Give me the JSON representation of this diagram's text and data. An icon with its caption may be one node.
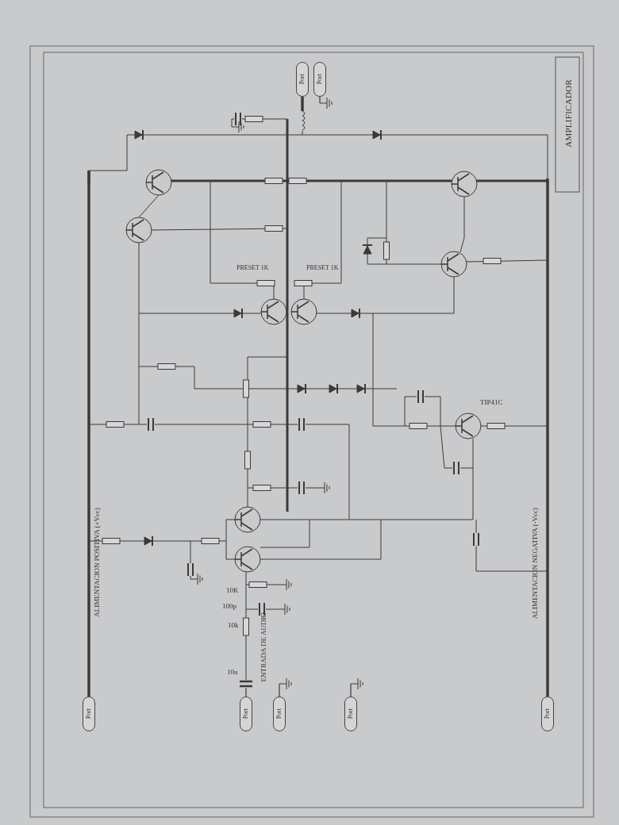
{
  "diagram": {
    "title": "AMPLIFICADOR",
    "nodes": [
      {
        "text": [
          "Port"
        ]
      },
      {
        "text": [
          "Port"
        ]
      },
      {
        "text": [
          "Port"
        ]
      },
      {
        "text": [
          "Port"
        ]
      },
      {
        "text": [
          "Port"
        ]
      },
      {
        "text": [
          "Port"
        ]
      },
      {
        "text": [
          "Port"
        ]
      }
    ],
    "edges": [
      {
        "from": 0,
        "to": null,
        "arrow": "none",
        "style": "thick"
      },
      {
        "from": 1,
        "to": null,
        "arrow": "none"
      },
      {
        "from": 2,
        "to": null,
        "arrow": "none"
      },
      {
        "from": 3,
        "to": null,
        "arrow": "none"
      },
      {
        "from": 4,
        "to": null,
        "arrow": "none",
        "style": "thick"
      },
      {
        "from": 5,
        "to": null,
        "arrow": "none",
        "style": "thick"
      },
      {
        "from": 6,
        "to": null,
        "arrow": "none"
      }
    ],
    "labels": [
      "ALIMENTACION POSITIVA (+Vcc)",
      "ALIMENTACION NEGATIVA (-Vcc)",
      "ENTRADA DE AUDIO",
      "10u",
      "10k",
      "100p",
      "10K",
      "TIP41C",
      "PRESET 1K",
      "PRESET 1K"
    ]
  }
}
